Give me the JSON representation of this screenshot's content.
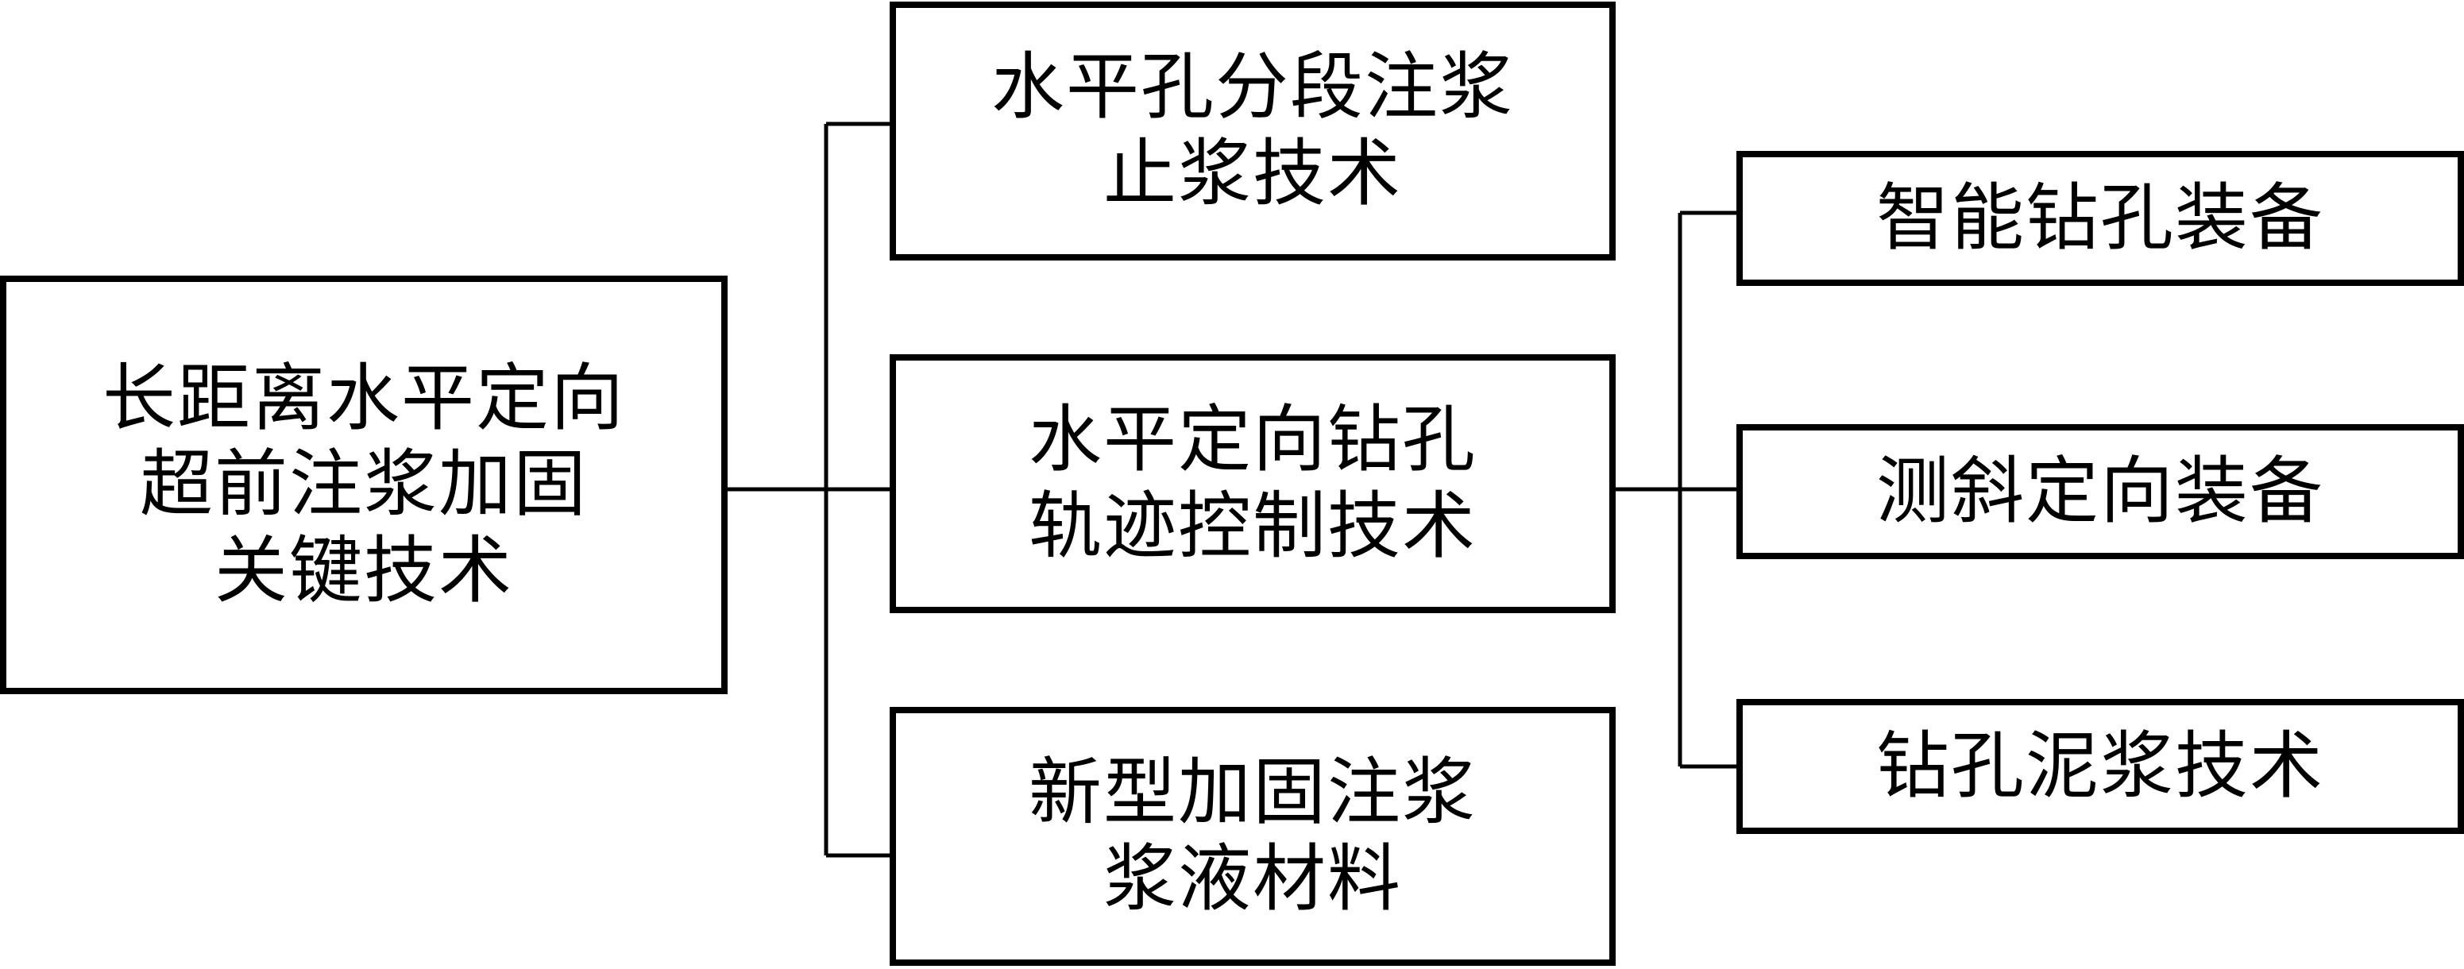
{
  "root": {
    "lines": [
      "长距离水平定向",
      "超前注浆加固",
      "关键技术"
    ]
  },
  "level2": [
    {
      "lines": [
        "水平孔分段注浆",
        "止浆技术"
      ]
    },
    {
      "lines": [
        "水平定向钻孔",
        "轨迹控制技术"
      ]
    },
    {
      "lines": [
        "新型加固注浆",
        "浆液材料"
      ]
    }
  ],
  "level3": [
    {
      "lines": [
        "智能钻孔装备"
      ]
    },
    {
      "lines": [
        "测斜定向装备"
      ]
    },
    {
      "lines": [
        "钻孔泥浆技术"
      ]
    }
  ],
  "colors": {
    "stroke": "#000000",
    "background": "#ffffff",
    "text": "#000000"
  }
}
